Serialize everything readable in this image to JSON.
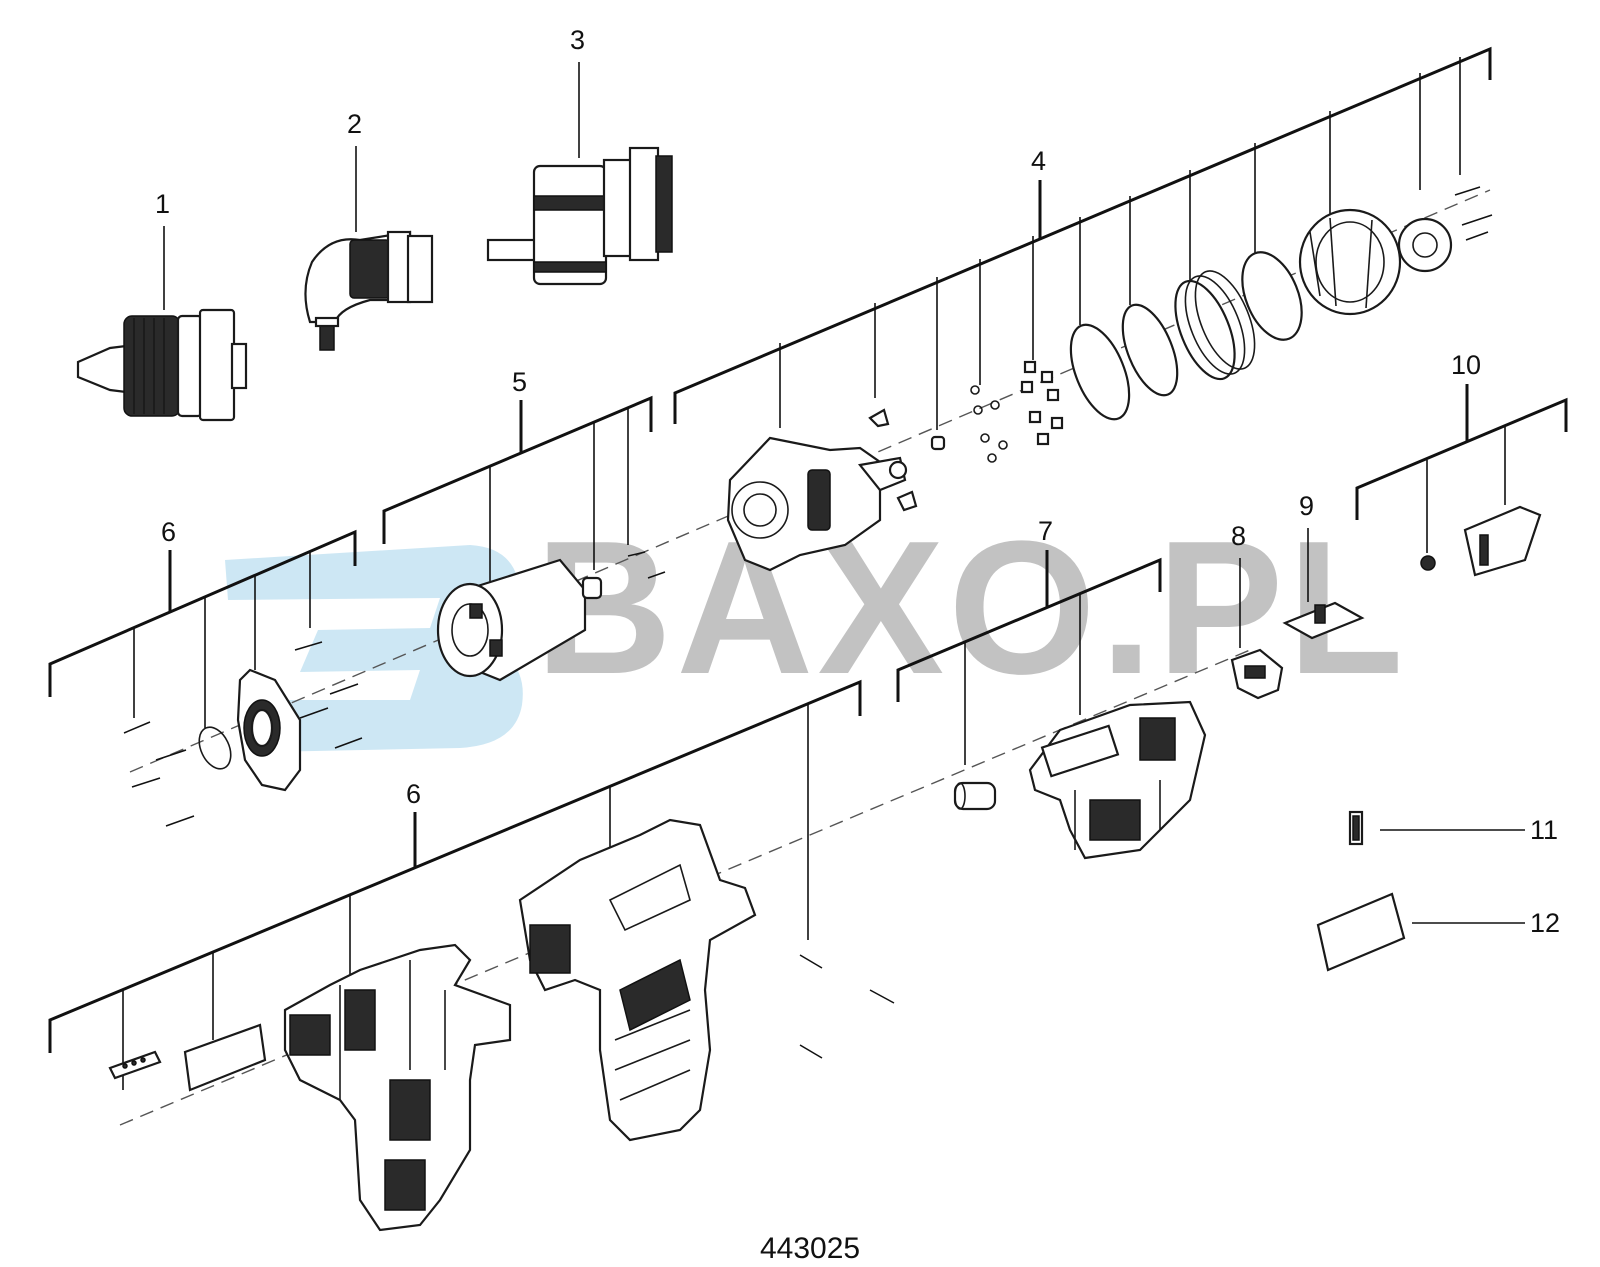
{
  "drawing_number": "443025",
  "watermark": {
    "text": "BAXO.PL",
    "logo_letter": "B"
  },
  "callouts": [
    {
      "id": "1",
      "label": "1"
    },
    {
      "id": "2",
      "label": "2"
    },
    {
      "id": "3",
      "label": "3"
    },
    {
      "id": "4",
      "label": "4"
    },
    {
      "id": "5",
      "label": "5"
    },
    {
      "id": "6a",
      "label": "6"
    },
    {
      "id": "6b",
      "label": "6"
    },
    {
      "id": "7",
      "label": "7"
    },
    {
      "id": "8",
      "label": "8"
    },
    {
      "id": "9",
      "label": "9"
    },
    {
      "id": "10",
      "label": "10"
    },
    {
      "id": "11",
      "label": "11"
    },
    {
      "id": "12",
      "label": "12"
    }
  ],
  "colors": {
    "line": "#111111",
    "watermark_logo": "#bcdff0",
    "watermark_text": "#9a9a9a"
  }
}
